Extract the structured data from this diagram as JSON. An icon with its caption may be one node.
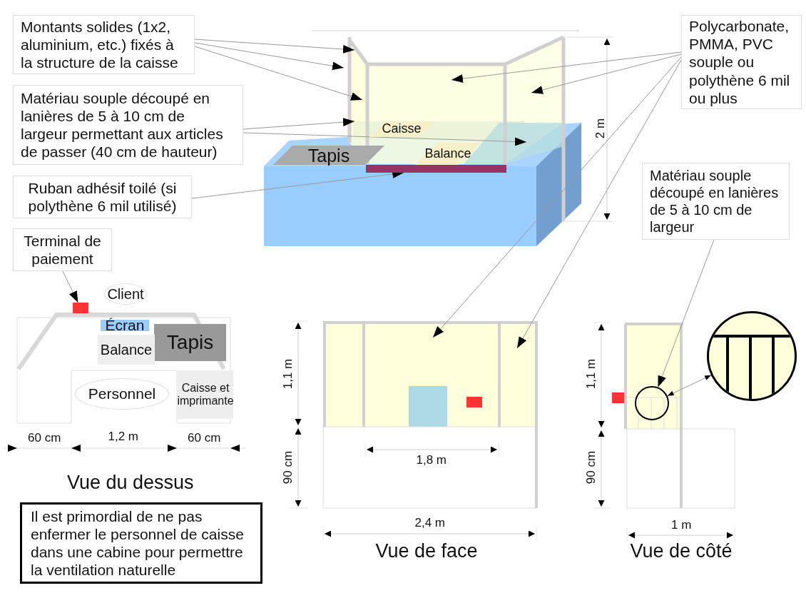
{
  "diagram": {
    "nodes": [
      {
        "text": [
          "Montants solides (1x2, aluminium, etc.) fixés à la structure de la caisse"
        ]
      },
      {
        "text": [
          "Polycarbonate, PMMA, PVC souple ou polythène 6 mil ou plus"
        ]
      },
      {
        "text": [
          "Matériau souple découpé en lanières de 5 à 10 cm de largeur permettant aux articles de passer (40 cm de hauteur)"
        ]
      },
      {
        "text": [
          "Caisse"
        ]
      },
      {
        "text": [
          "Tapis"
        ]
      },
      {
        "text": [
          "Balance"
        ]
      },
      {
        "text": [],
        "shape": "bar"
      },
      {
        "text": [
          "Ruban adhésif toilé (si polythène 6 mil utilisé)"
        ]
      },
      {
        "text": [
          "Matériau souple découpé en lanières de 5 à 10 cm de largeur"
        ]
      },
      {
        "text": [
          "Terminal de paiement"
        ]
      },
      {
        "text": [
          "Client"
        ]
      },
      {
        "text": [],
        "shape": "box"
      },
      {
        "text": [
          "Écran"
        ]
      },
      {
        "text": [
          "Tapis"
        ]
      },
      {
        "text": [
          "Balance"
        ]
      },
      {
        "text": [
          "Personnel"
        ]
      },
      {
        "text": [
          "Caisse et imprimante"
        ]
      },
      {
        "text": [],
        "shape": "circle"
      },
      {
        "text": [],
        "shape": "circle"
      },
      {
        "text": [
          "Il est primordial de ne pas enfermer le personnel de caisse dans une cabine pour permettre la ventilation naturelle"
        ]
      }
    ],
    "edges": [
      {
        "from": 0,
        "to": null,
        "arrow": "to"
      },
      {
        "from": 0,
        "to": null,
        "arrow": "to"
      },
      {
        "from": 0,
        "to": null,
        "arrow": "to"
      },
      {
        "from": 2,
        "to": null,
        "arrow": "to"
      },
      {
        "from": 2,
        "to": null,
        "arrow": "to"
      },
      {
        "from": 7,
        "to": 6,
        "arrow": "to"
      },
      {
        "from": 1,
        "to": null,
        "arrow": "to"
      },
      {
        "from": 1,
        "to": null,
        "arrow": "to"
      },
      {
        "from": 1,
        "to": null,
        "arrow": "to"
      },
      {
        "from": 1,
        "to": null,
        "arrow": "to"
      },
      {
        "from": 8,
        "to": 17,
        "arrow": "to"
      },
      {
        "from": 9,
        "to": 11,
        "arrow": "to"
      },
      {
        "from": 17,
        "to": 18,
        "arrow": "both"
      }
    ],
    "labels": [
      "2 m",
      "1,1 m",
      "1,1 m",
      "60 cm",
      "1,2 m",
      "60 cm",
      "1,8 m",
      "Vue du dessus",
      "90 cm",
      "90 cm",
      "2,4 m",
      "1 m",
      "Vue de face",
      "Vue de côté"
    ]
  }
}
